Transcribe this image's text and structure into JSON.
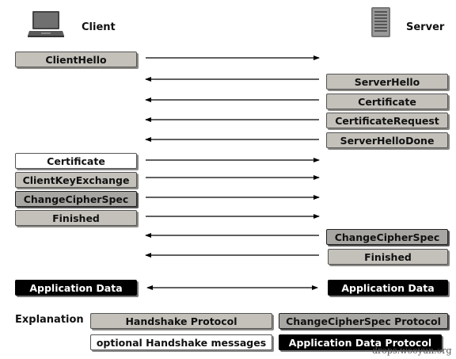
{
  "header": {
    "client_label": "Client",
    "server_label": "Server",
    "client_icon": "laptop-icon",
    "server_icon": "server-tower-icon"
  },
  "messages": [
    {
      "side": "client",
      "label": "ClientHello",
      "kind": "handshake",
      "direction": "to-server"
    },
    {
      "side": "server",
      "label": "ServerHello",
      "kind": "handshake",
      "direction": "to-client"
    },
    {
      "side": "server",
      "label": "Certificate",
      "kind": "handshake",
      "direction": "to-client"
    },
    {
      "side": "server",
      "label": "CertificateRequest",
      "kind": "handshake",
      "direction": "to-client"
    },
    {
      "side": "server",
      "label": "ServerHelloDone",
      "kind": "handshake",
      "direction": "to-client"
    },
    {
      "side": "client",
      "label": "Certificate",
      "kind": "optional",
      "direction": "to-server"
    },
    {
      "side": "client",
      "label": "ClientKeyExchange",
      "kind": "handshake",
      "direction": "to-server"
    },
    {
      "side": "client",
      "label": "ChangeCipherSpec",
      "kind": "changecipherspec",
      "direction": "to-server"
    },
    {
      "side": "client",
      "label": "Finished",
      "kind": "handshake",
      "direction": "to-server"
    },
    {
      "side": "server",
      "label": "ChangeCipherSpec",
      "kind": "changecipherspec",
      "direction": "to-client"
    },
    {
      "side": "server",
      "label": "Finished",
      "kind": "handshake",
      "direction": "to-client"
    }
  ],
  "application": {
    "client_label": "Application Data",
    "server_label": "Application Data",
    "direction": "both"
  },
  "legend": {
    "title": "Explanation",
    "handshake": "Handshake Protocol",
    "changecipherspec": "ChangeCipherSpec Protocol",
    "optional": "optional Handshake messages",
    "application": "Application Data Protocol"
  },
  "watermark": "drops.wooyun.org",
  "colors": {
    "handshake_fill": "#c4c1bb",
    "changecipherspec_fill": "#a8a6a3",
    "optional_fill": "#ffffff",
    "application_fill": "#000000",
    "arrow": "#000000"
  }
}
